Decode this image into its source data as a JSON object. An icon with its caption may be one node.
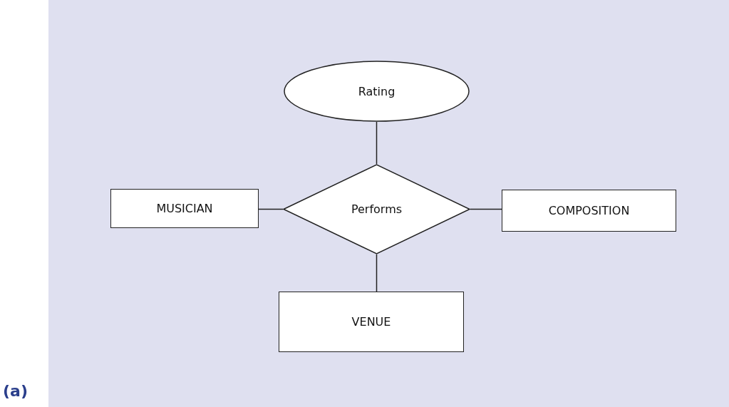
{
  "diagram": {
    "nodes": [
      {
        "text": [
          "Rating"
        ]
      },
      {
        "text": [
          "MUSICIAN"
        ]
      },
      {
        "text": [
          "Performs"
        ]
      },
      {
        "text": [
          "COMPOSITION"
        ]
      },
      {
        "text": [
          "VENUE"
        ]
      }
    ],
    "edges": [
      {
        "from": 2,
        "to": 0,
        "arrow": "none"
      },
      {
        "from": 2,
        "to": 1,
        "arrow": "none"
      },
      {
        "from": 2,
        "to": 3,
        "arrow": "none"
      },
      {
        "from": 2,
        "to": 4,
        "arrow": "none"
      }
    ],
    "labels": [
      "(a)"
    ]
  }
}
